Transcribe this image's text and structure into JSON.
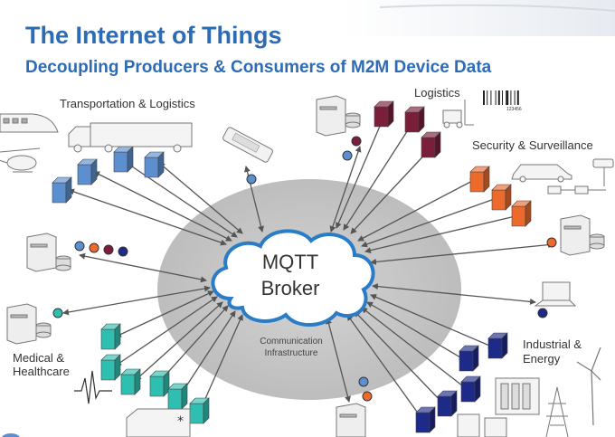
{
  "header": {
    "title": "The Internet of Things",
    "subtitle": "Decoupling Producers & Consumers of M2M Device Data"
  },
  "broker": {
    "line1": "MQTT",
    "line2": "Broker"
  },
  "network": {
    "line1": "Communication",
    "line2": "Infrastructure"
  },
  "groups": {
    "transport": "Transportation & Logistics",
    "logistics": "Logistics",
    "security": "Security & Surveillance",
    "medical_line1": "Medical &",
    "medical_line2": "Healthcare",
    "industrial_line1": "Industrial &",
    "industrial_line2": "Energy"
  },
  "barcode_number": "123456",
  "colors": {
    "title": "#2e6bb5",
    "transport_devices": "#5b8fd0",
    "logistics_devices": "#7a1e3a",
    "security_devices": "#ec6a2c",
    "medical_devices": "#2fbfb0",
    "industrial_devices": "#1e2a8a",
    "cloud_stroke": "#2a7cc7",
    "network_ellipse": "#c8c8c8"
  }
}
